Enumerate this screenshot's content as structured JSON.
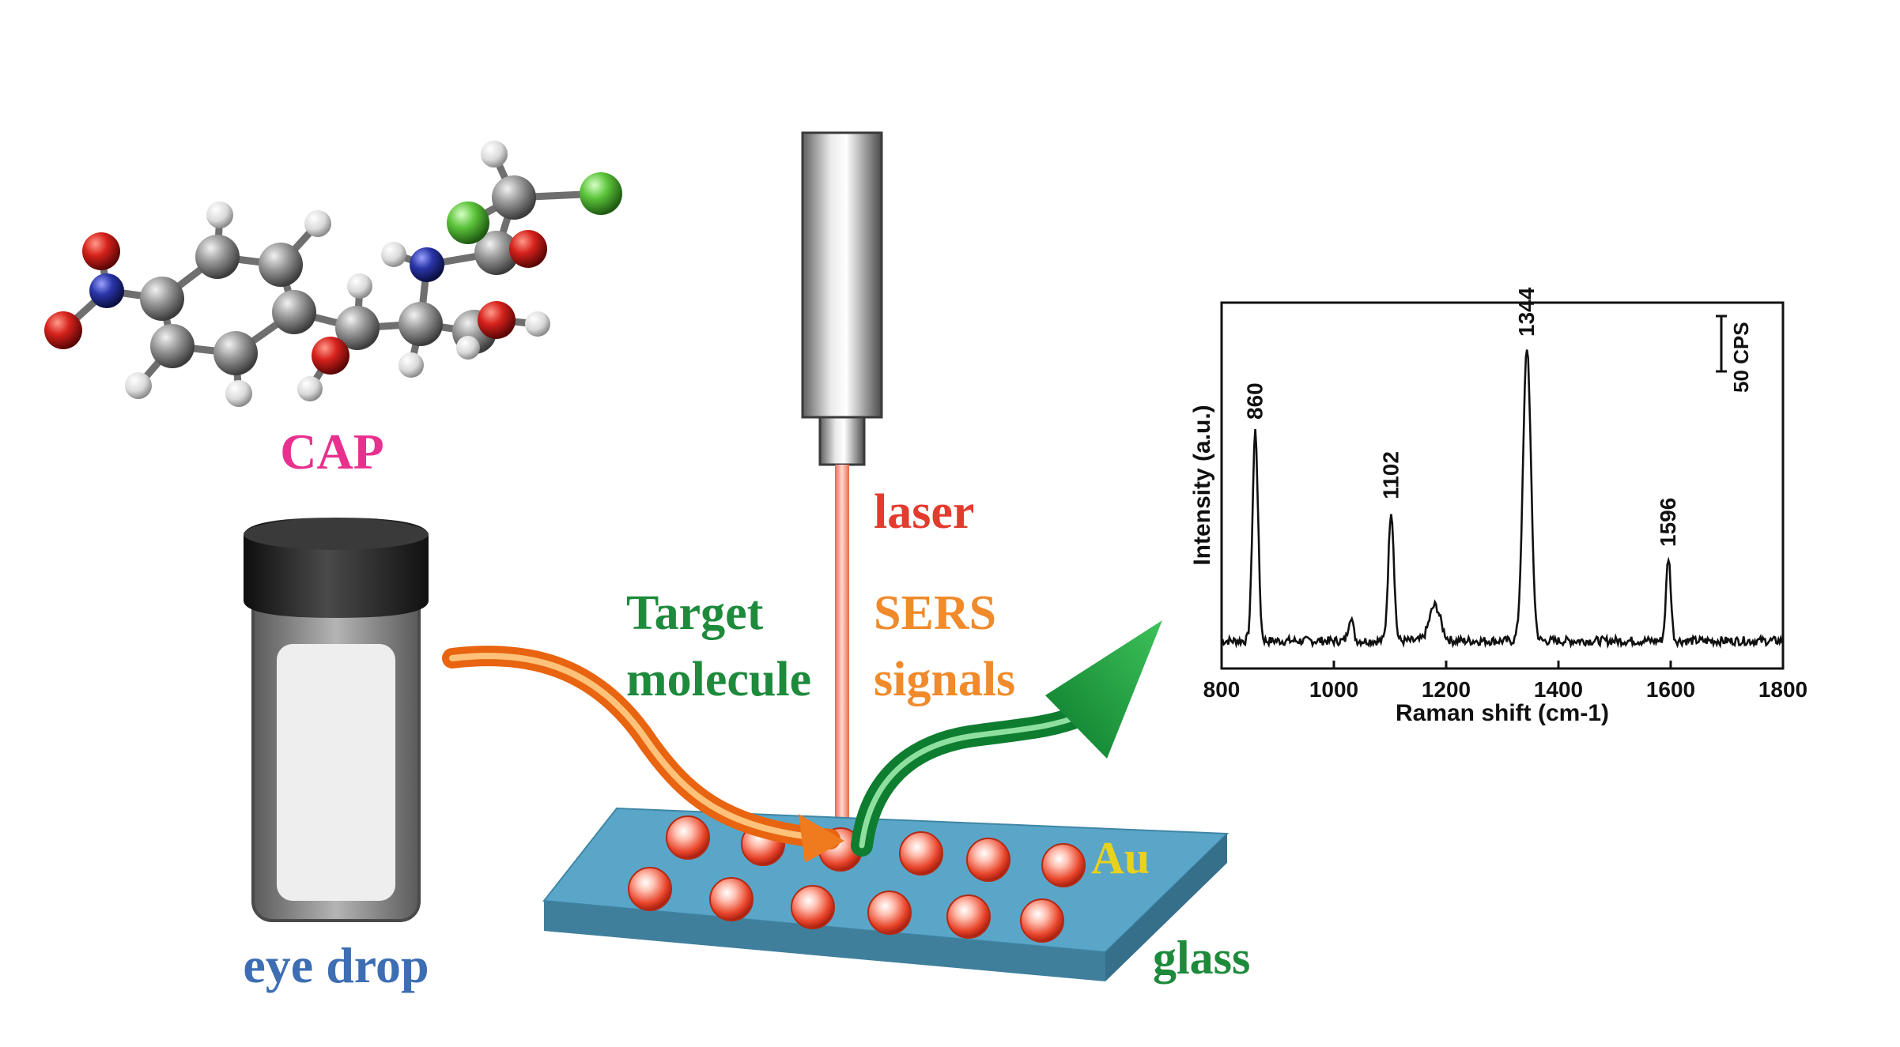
{
  "labels": {
    "molecule": "CAP",
    "laser": "laser",
    "target_line1": "Target",
    "target_line2": "molecule",
    "sers_line1": "SERS",
    "sers_line2": "signals",
    "eye_drop": "eye drop",
    "au": "Au",
    "glass": "glass"
  },
  "colors": {
    "molecule_label": "#e8308f",
    "laser_label": "#e33b2e",
    "target_label": "#1e8a3c",
    "sers_label": "#f08a2a",
    "eye_drop_label": "#3d6eb4",
    "au_label": "#e8d21e",
    "glass_label": "#1e8a3c",
    "substrate": "#5aa6c8",
    "nanoparticle": "#e8452a",
    "carbon": "#8a8a8a",
    "hydrogen": "#ececec",
    "oxygen": "#d6221c",
    "nitrogen": "#2a35a8",
    "chlorine": "#5cc43a"
  },
  "chart_data": {
    "type": "line",
    "xlabel": "Raman shift (cm-1)",
    "ylabel": "Intensity (a.u.)",
    "xlim": [
      800,
      1800
    ],
    "xticks": [
      800,
      1000,
      1200,
      1400,
      1600,
      1800
    ],
    "scale_bar_label": "50 CPS",
    "scale_bar_cps": 50,
    "baseline": 10,
    "peaks": [
      {
        "label": "860",
        "x": 860,
        "height": 190,
        "width": 7
      },
      {
        "label": "1102",
        "x": 1102,
        "height": 118,
        "width": 7
      },
      {
        "label": "1344",
        "x": 1344,
        "height": 265,
        "width": 10
      },
      {
        "label": "1596",
        "x": 1596,
        "height": 75,
        "width": 6
      }
    ],
    "minor_bumps": [
      {
        "x": 1030,
        "height": 22,
        "width": 6
      },
      {
        "x": 1180,
        "height": 32,
        "width": 14
      }
    ],
    "noise": 4
  }
}
